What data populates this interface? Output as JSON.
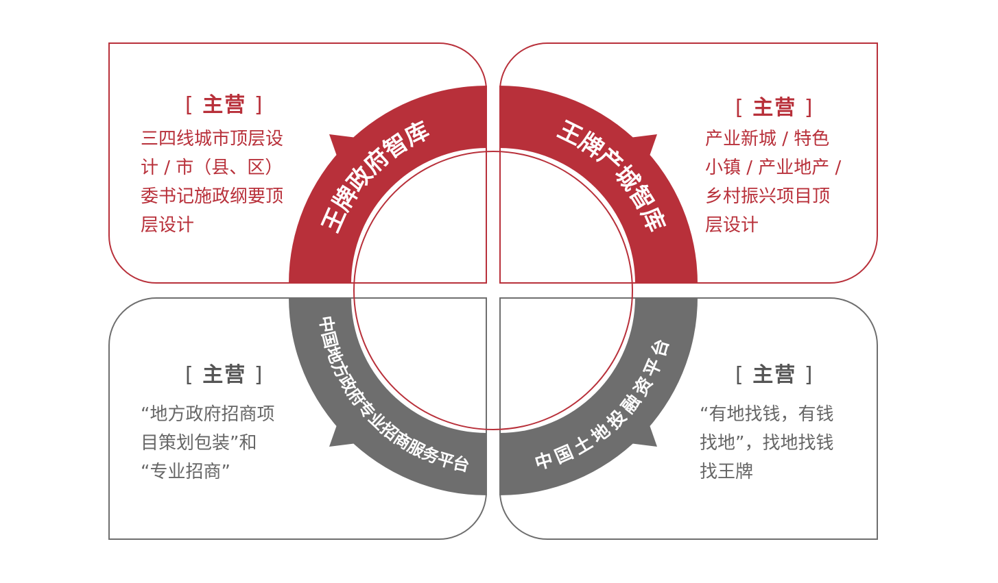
{
  "quadrants": {
    "top_left": {
      "heading": "主营",
      "text": "三四线城市顶层设\n计 / 市（县、区）\n委书记施政纲要顶\n层设计",
      "ring_label": "王牌政府智库"
    },
    "top_right": {
      "heading": "主营",
      "text": "产业新城 / 特色\n小镇 / 产业地产 /\n乡村振兴项目顶\n层设计",
      "ring_label": "王牌产城智库"
    },
    "bottom_left": {
      "heading": "主营",
      "text": "“地方政府招商项\n目策划包装”和\n“专业招商”",
      "ring_label": "中国地方政府专业招商服务平台"
    },
    "bottom_right": {
      "heading": "主营",
      "text": "“有地找钱，有钱\n找地”，找地找钱\n找王牌",
      "ring_label": "中国土地投融资平台"
    }
  },
  "colors": {
    "red": "#b8303a",
    "gray": "#6e6e6e"
  }
}
